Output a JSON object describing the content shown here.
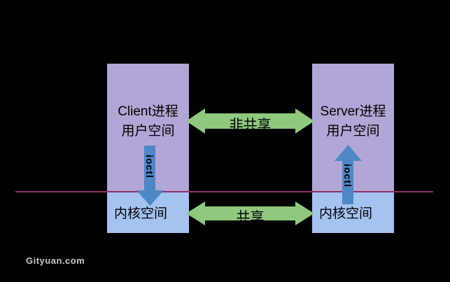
{
  "watermark": {
    "text": "Gityuan.com"
  },
  "colors": {
    "background": "#000000",
    "user_space_box": "#B2A6D6",
    "kernel_space_box": "#A4C3F1",
    "share_arrow": "#8FC97E",
    "ioctl_arrow": "#4E87C6",
    "kernel_divider_line": "#8E2E66",
    "label_text": "#000000",
    "watermark_text": "#C8C8C8"
  },
  "boxes": {
    "client_user": {
      "line1": "Client进程",
      "line2": "用户空间"
    },
    "server_user": {
      "line1": "Server进程",
      "line2": "用户空间"
    },
    "client_kernel": {
      "label": "内核空间"
    },
    "server_kernel": {
      "label": "内核空间"
    }
  },
  "arrows": {
    "top": {
      "label": "非共享"
    },
    "bottom": {
      "label": "共享"
    },
    "left_ioctl": {
      "label": "ioctl"
    },
    "right_ioctl": {
      "label": "ioctl"
    }
  }
}
